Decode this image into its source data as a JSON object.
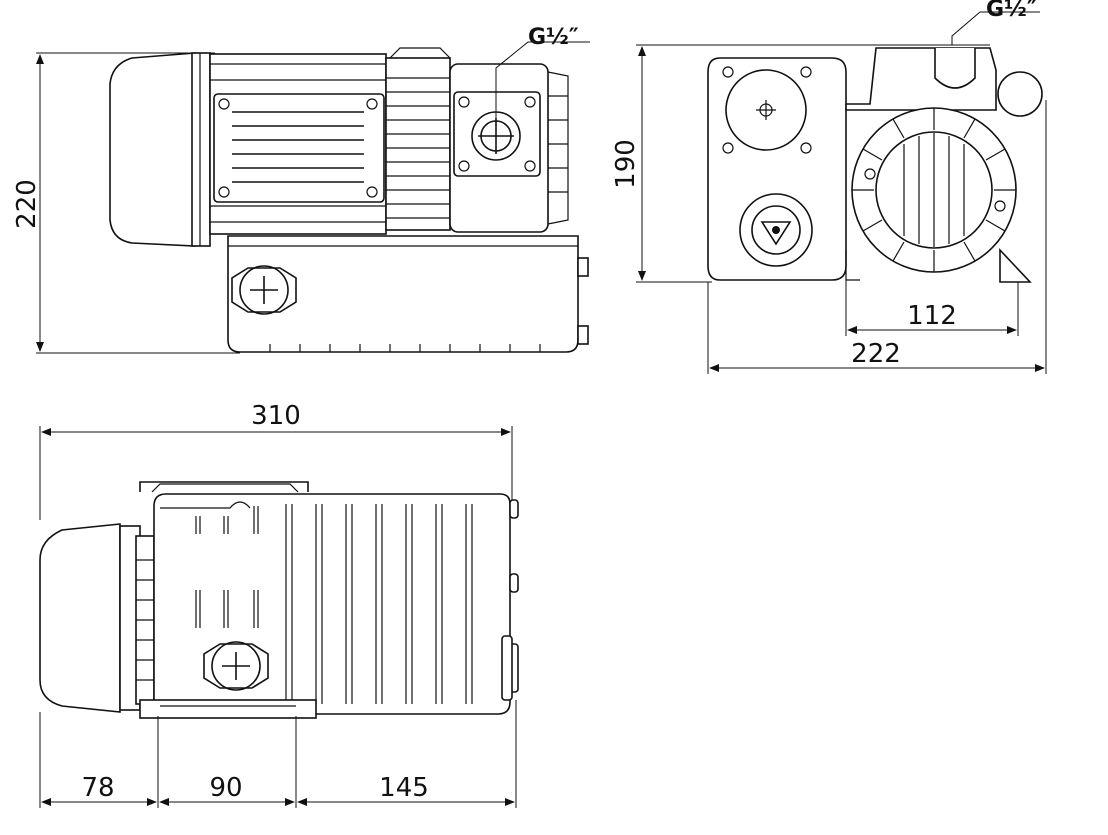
{
  "side_view": {
    "height_dim": "220",
    "port_label": "G½″"
  },
  "end_view": {
    "height_dim": "190",
    "width_dim": "222",
    "offset_dim": "112",
    "port_label": "G½″"
  },
  "top_view": {
    "length_dim": "310",
    "seg1": "78",
    "seg2": "90",
    "seg3": "145"
  }
}
